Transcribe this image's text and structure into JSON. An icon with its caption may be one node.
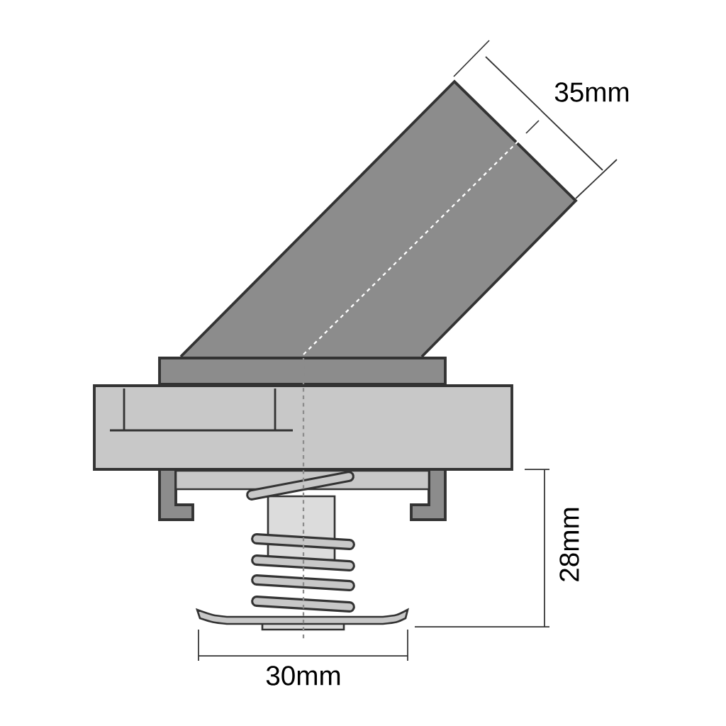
{
  "diagram": {
    "labels": [
      "35mm",
      "28mm",
      "30mm"
    ]
  }
}
